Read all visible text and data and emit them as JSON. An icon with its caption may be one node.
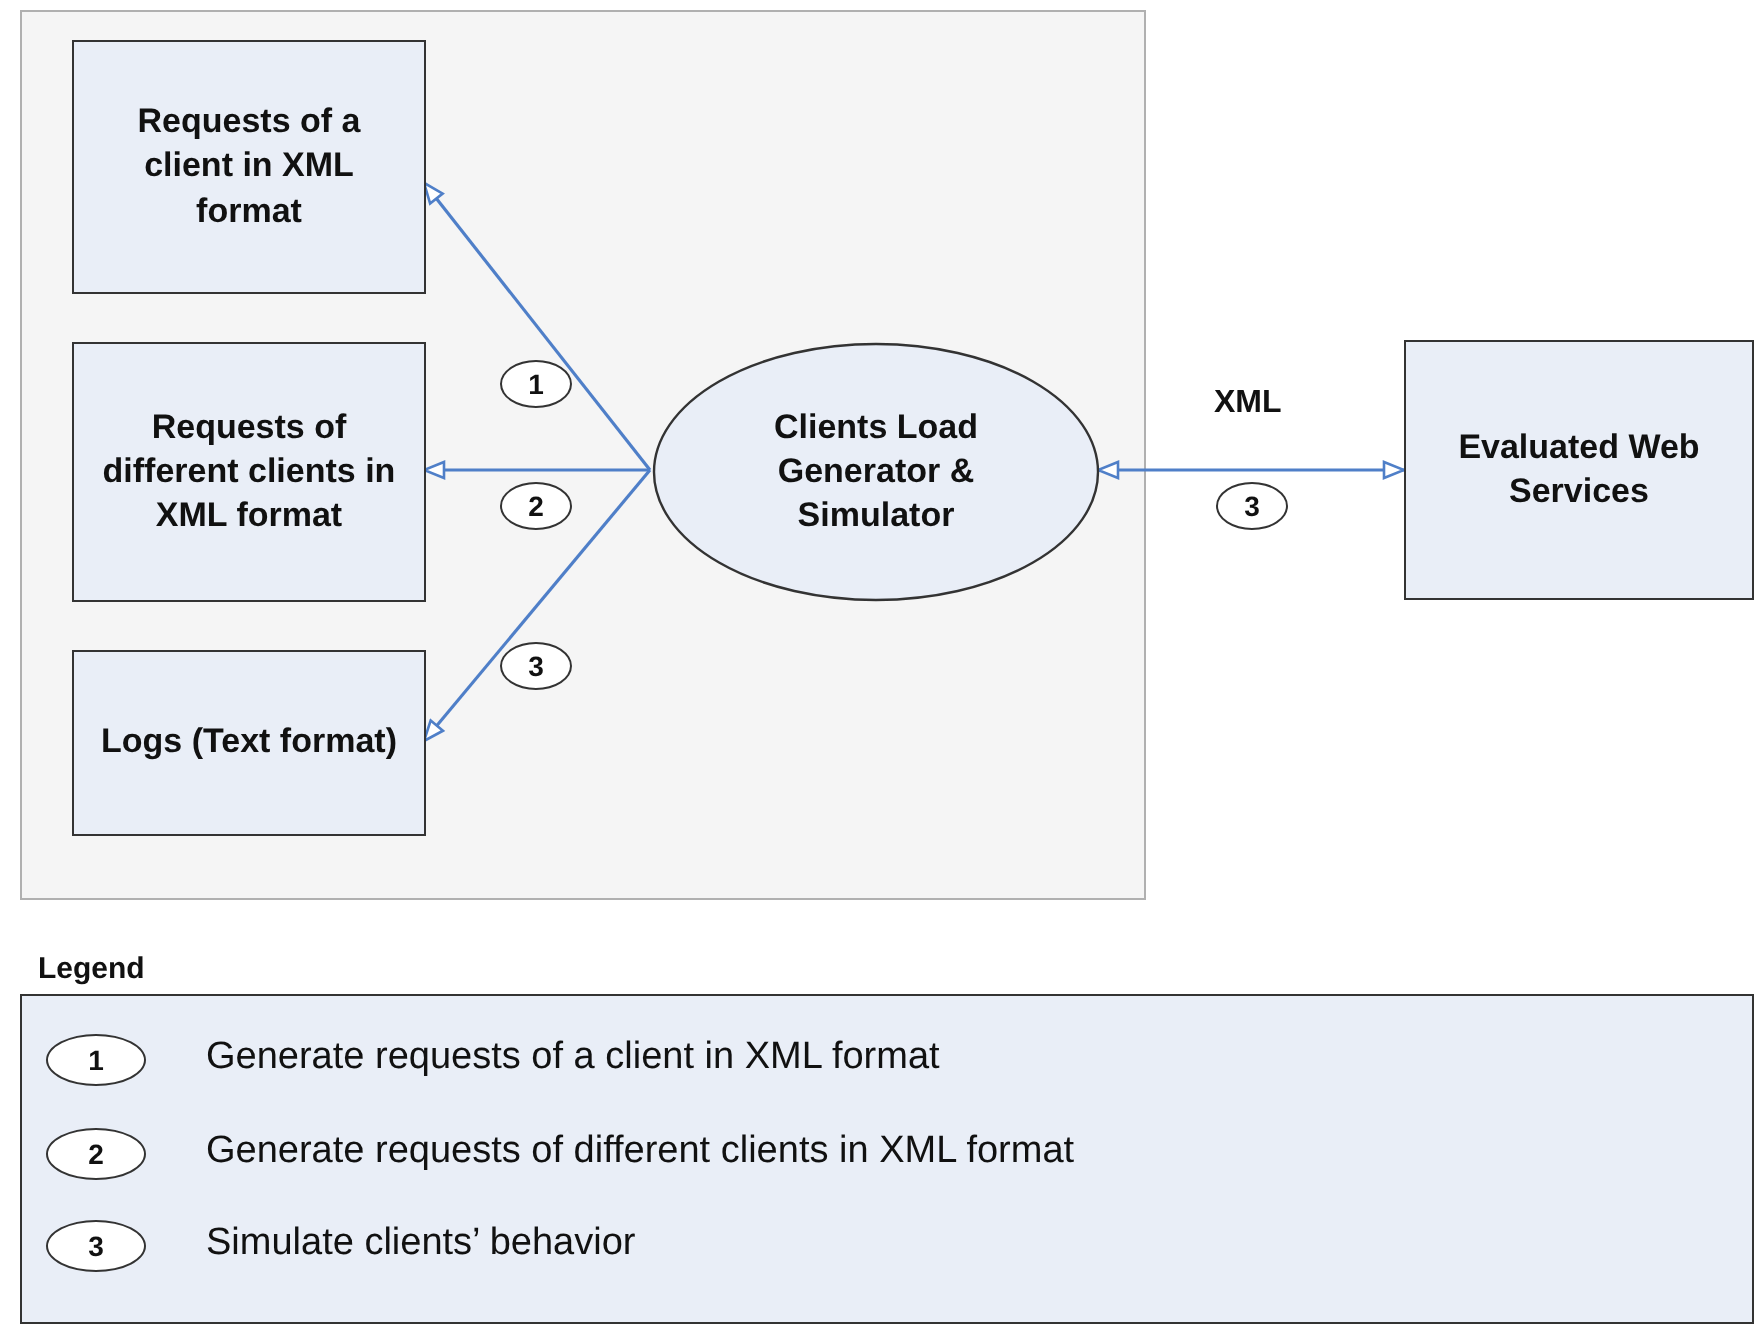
{
  "diagram": {
    "nodes": [
      {
        "text": [],
        "shape": "box"
      },
      {
        "text": [
          "Requests of a client in XML format"
        ],
        "in": 0
      },
      {
        "text": [
          "Requests of different clients in XML format"
        ],
        "in": 0
      },
      {
        "text": [
          "Logs (Text format)"
        ],
        "in": 0
      },
      {
        "text": [
          "Clients Load Generator & Simulator"
        ],
        "in": 0
      },
      {
        "text": [
          "Evaluated Web Services"
        ]
      },
      {
        "text": [
          "Legend"
        ]
      },
      {
        "text": [
          "1"
        ],
        "in": 6,
        "beside": [
          "Generate requests of a client in XML format"
        ]
      },
      {
        "text": [
          "2"
        ],
        "in": 6,
        "beside": [
          "Generate requests of different clients in XML format"
        ]
      },
      {
        "text": [
          "3"
        ],
        "in": 6,
        "beside": [
          "Simulate clients’ behavior"
        ]
      }
    ],
    "edges": [
      {
        "from": 4,
        "to": 1,
        "arrow": "to",
        "label": "1"
      },
      {
        "from": 4,
        "to": 2,
        "arrow": "to",
        "label": "2"
      },
      {
        "from": 4,
        "to": 3,
        "arrow": "to",
        "label": "3"
      },
      {
        "from": 4,
        "to": 5,
        "arrow": "both",
        "label": "3"
      }
    ],
    "labels": [
      "XML"
    ]
  }
}
